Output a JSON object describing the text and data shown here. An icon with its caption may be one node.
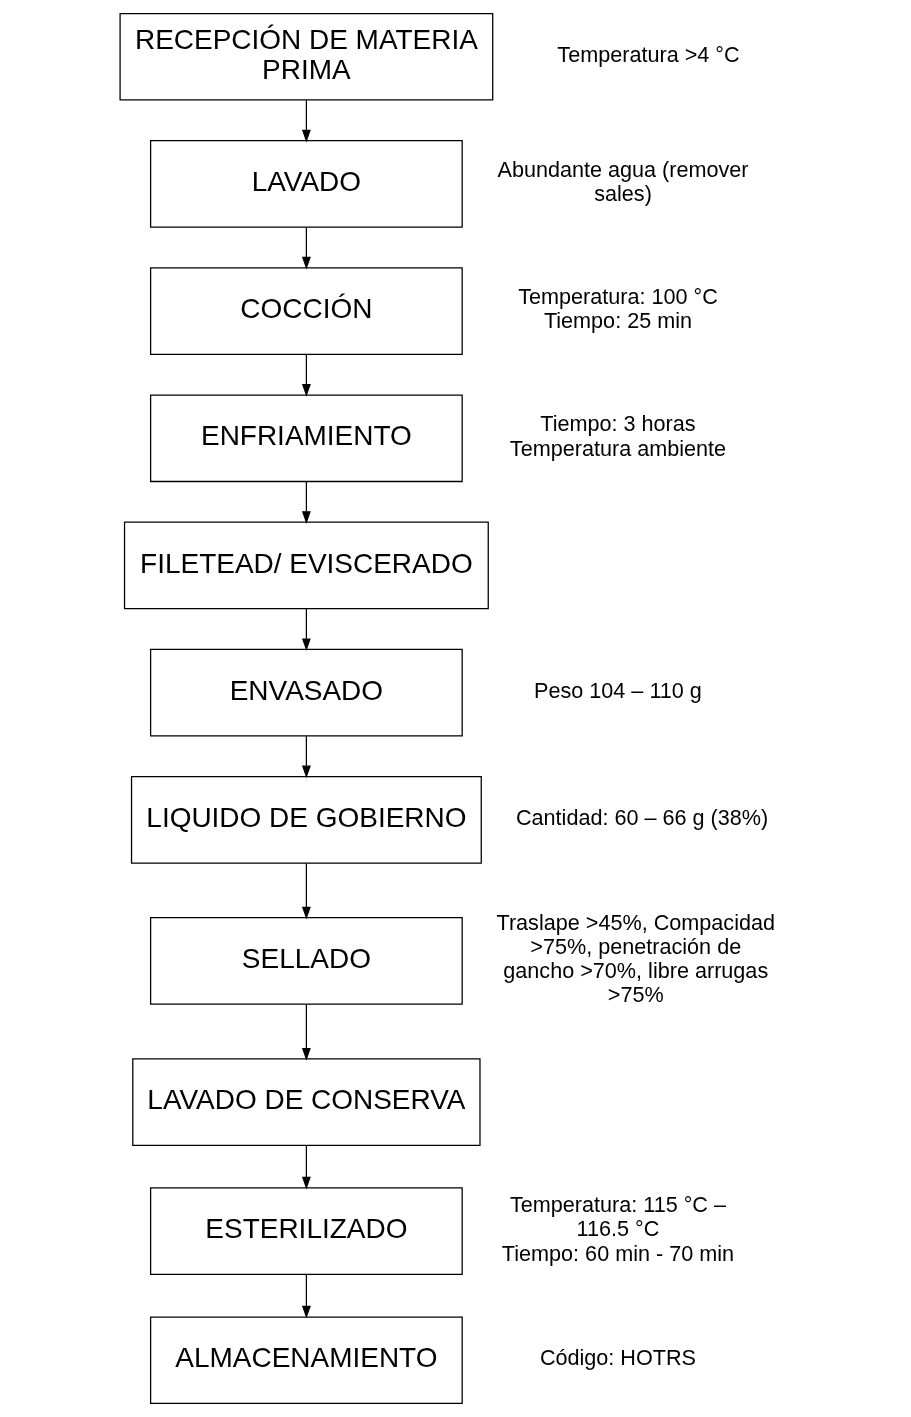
{
  "diagram": {
    "nodes": [
      {
        "text": [
          "RECEPCIÓN DE MATERIA PRIMA"
        ],
        "beside": [
          "Temperatura >4 °C"
        ]
      },
      {
        "text": [
          "LAVADO"
        ],
        "beside": [
          "Abundante agua (remover sales)"
        ]
      },
      {
        "text": [
          "COCCIÓN"
        ],
        "beside": [
          "Temperatura: 100 °C",
          "Tiempo: 25 min"
        ]
      },
      {
        "text": [
          "ENFRIAMIENTO"
        ],
        "beside": [
          "Tiempo: 3 horas",
          "Temperatura ambiente"
        ]
      },
      {
        "text": [
          "FILETEAD/ EVISCERADO"
        ]
      },
      {
        "text": [
          "ENVASADO"
        ],
        "beside": [
          "Peso 104 – 110 g"
        ]
      },
      {
        "text": [
          "LIQUIDO DE GOBIERNO"
        ],
        "beside": [
          "Cantidad: 60 – 66 g (38%)"
        ]
      },
      {
        "text": [
          "SELLADO"
        ],
        "beside": [
          "Traslape >45%, Compacidad >75%, penetración de gancho >70%, libre arrugas >75%"
        ]
      },
      {
        "text": [
          "LAVADO DE CONSERVA"
        ]
      },
      {
        "text": [
          "ESTERILIZADO"
        ],
        "beside": [
          "Temperatura: 115 °C – 116.5 °C",
          "Tiempo: 60 min - 70 min"
        ]
      },
      {
        "text": [
          "ALMACENAMIENTO"
        ],
        "beside": [
          "Código: HOTRS"
        ]
      }
    ],
    "edges": [
      {
        "from": 0,
        "to": 1,
        "arrow": "to"
      },
      {
        "from": 1,
        "to": 2,
        "arrow": "to"
      },
      {
        "from": 2,
        "to": 3,
        "arrow": "to"
      },
      {
        "from": 3,
        "to": 4,
        "arrow": "to"
      },
      {
        "from": 4,
        "to": 5,
        "arrow": "to"
      },
      {
        "from": 5,
        "to": 6,
        "arrow": "to"
      },
      {
        "from": 6,
        "to": 7,
        "arrow": "to"
      },
      {
        "from": 7,
        "to": 8,
        "arrow": "to"
      },
      {
        "from": 8,
        "to": 9,
        "arrow": "to"
      },
      {
        "from": 9,
        "to": 10,
        "arrow": "to"
      }
    ]
  }
}
